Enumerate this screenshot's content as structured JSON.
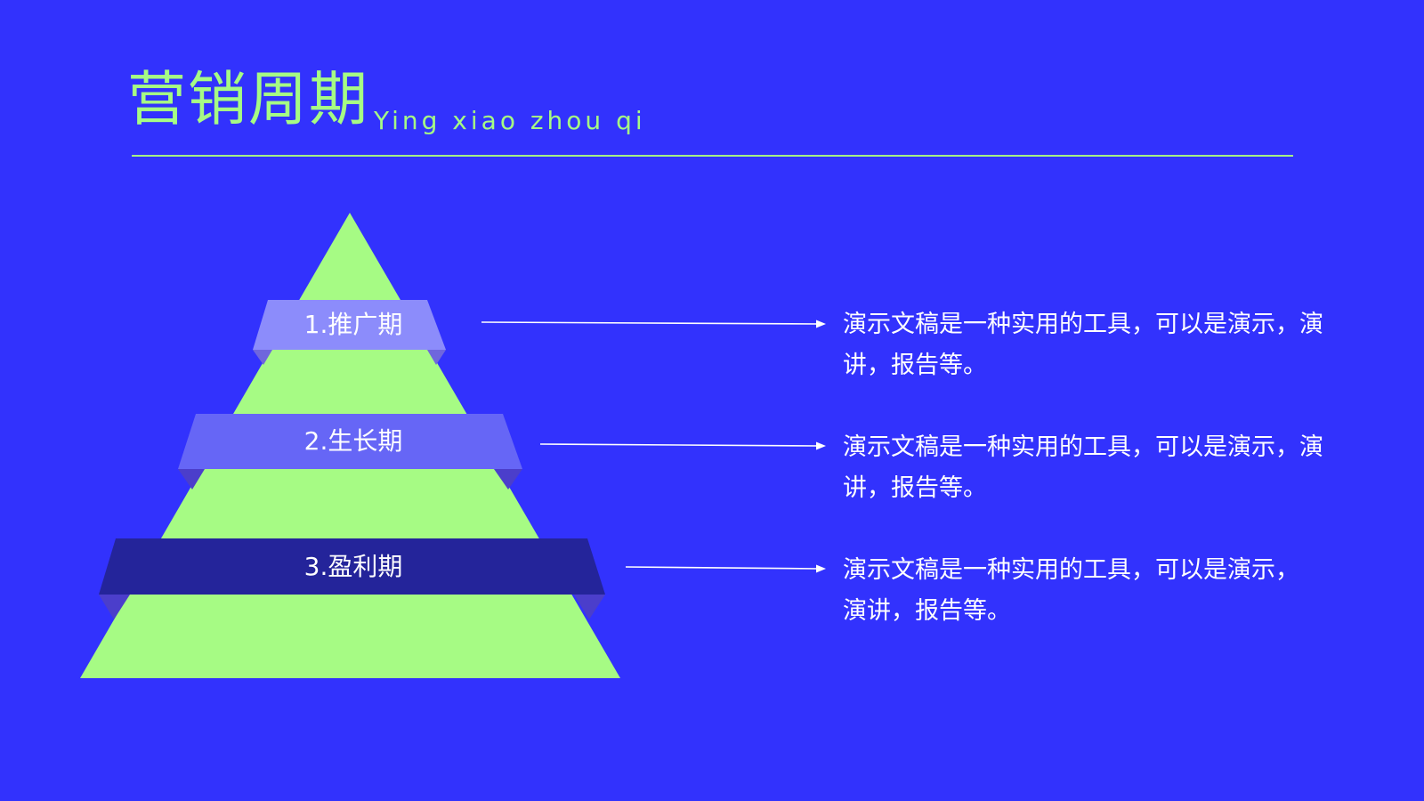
{
  "slide": {
    "title": "营销周期",
    "subtitle": "Ying xiao zhou qi"
  },
  "stages": [
    {
      "label": "1.推广期",
      "description": "演示文稿是一种实用的工具，可以是演示，演讲，报告等。",
      "band_color": "#8c8cfb"
    },
    {
      "label": "2.生长期",
      "description": "演示文稿是一种实用的工具，可以是演示，演讲，报告等。",
      "band_color": "#6666f6"
    },
    {
      "label": "3.盈利期",
      "description": "演示文稿是一种实用的工具，可以是演示，演讲，报告等。",
      "band_color": "#24249a"
    }
  ],
  "colors": {
    "background": "#3232fd",
    "accent": "#a6fb84",
    "text": "#ffffff"
  }
}
